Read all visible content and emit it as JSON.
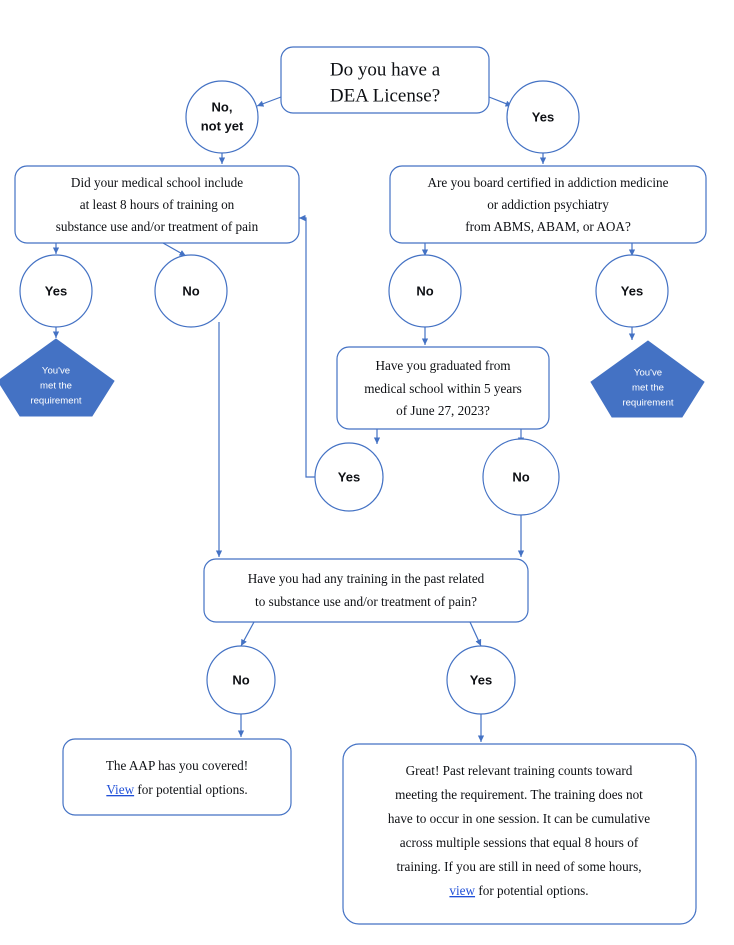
{
  "chart_data": {
    "type": "diagram",
    "title": "DEA License training requirement decision flowchart",
    "colors": {
      "stroke": "#4472C4",
      "pentagon_fill": "#4472C4",
      "pentagon_text": "#ffffff",
      "link": "#1f4fd8",
      "background": "#ffffff"
    },
    "nodes": [
      {
        "id": "start",
        "shape": "rounded-rect",
        "lines": [
          "Do you have a",
          "DEA License?"
        ]
      },
      {
        "id": "no_not_yet",
        "shape": "circle",
        "lines": [
          "No,",
          "not yet"
        ]
      },
      {
        "id": "yes_dea",
        "shape": "circle",
        "lines": [
          "Yes"
        ]
      },
      {
        "id": "med_school_q",
        "shape": "rounded-rect",
        "lines": [
          "Did your medical school include",
          "at least 8 hours of training on",
          "substance use and/or treatment of pain"
        ]
      },
      {
        "id": "board_cert_q",
        "shape": "rounded-rect",
        "lines": [
          "Are you board certified in addiction medicine",
          "or addiction psychiatry",
          "from ABMS, ABAM, or AOA?"
        ]
      },
      {
        "id": "ms_yes",
        "shape": "circle",
        "lines": [
          "Yes"
        ]
      },
      {
        "id": "ms_no",
        "shape": "circle",
        "lines": [
          "No"
        ]
      },
      {
        "id": "bc_no",
        "shape": "circle",
        "lines": [
          "No"
        ]
      },
      {
        "id": "bc_yes",
        "shape": "circle",
        "lines": [
          "Yes"
        ]
      },
      {
        "id": "met_req_left",
        "shape": "pentagon",
        "lines": [
          "You've",
          "met the",
          "requirement"
        ]
      },
      {
        "id": "met_req_right",
        "shape": "pentagon",
        "lines": [
          "You've",
          "met the",
          "requirement"
        ]
      },
      {
        "id": "grad_q",
        "shape": "rounded-rect",
        "lines": [
          "Have you graduated from",
          "medical school within 5 years",
          "of June 27, 2023?"
        ]
      },
      {
        "id": "grad_yes",
        "shape": "circle",
        "lines": [
          "Yes"
        ]
      },
      {
        "id": "grad_no",
        "shape": "circle",
        "lines": [
          "No"
        ]
      },
      {
        "id": "past_training_q",
        "shape": "rounded-rect",
        "lines": [
          "Have you had any training in the past related",
          "to substance use and/or treatment of pain?"
        ]
      },
      {
        "id": "pt_no",
        "shape": "circle",
        "lines": [
          "No"
        ]
      },
      {
        "id": "pt_yes",
        "shape": "circle",
        "lines": [
          "Yes"
        ]
      },
      {
        "id": "aap_box",
        "shape": "rounded-rect",
        "lines": [
          "The AAP has you covered!",
          "View for potential options."
        ],
        "link_word": "View"
      },
      {
        "id": "great_box",
        "shape": "rounded-rect",
        "lines": [
          "Great! Past relevant training counts toward",
          "meeting the requirement. The training does not",
          "have to occur in one session. It can be cumulative",
          "across multiple sessions that equal 8 hours of",
          "training. If you are still in need of some hours,",
          "view for potential options."
        ],
        "link_word": "view"
      }
    ],
    "edges": [
      {
        "from": "start",
        "to": "no_not_yet"
      },
      {
        "from": "start",
        "to": "yes_dea"
      },
      {
        "from": "no_not_yet",
        "to": "med_school_q"
      },
      {
        "from": "yes_dea",
        "to": "board_cert_q"
      },
      {
        "from": "med_school_q",
        "to": "ms_yes"
      },
      {
        "from": "med_school_q",
        "to": "ms_no"
      },
      {
        "from": "ms_yes",
        "to": "met_req_left"
      },
      {
        "from": "ms_no",
        "to": "past_training_q"
      },
      {
        "from": "board_cert_q",
        "to": "bc_no"
      },
      {
        "from": "board_cert_q",
        "to": "bc_yes"
      },
      {
        "from": "bc_yes",
        "to": "met_req_right"
      },
      {
        "from": "bc_no",
        "to": "grad_q"
      },
      {
        "from": "grad_q",
        "to": "grad_yes"
      },
      {
        "from": "grad_q",
        "to": "grad_no"
      },
      {
        "from": "grad_yes",
        "to": "med_school_q"
      },
      {
        "from": "grad_no",
        "to": "past_training_q"
      },
      {
        "from": "past_training_q",
        "to": "pt_no"
      },
      {
        "from": "past_training_q",
        "to": "pt_yes"
      },
      {
        "from": "pt_no",
        "to": "aap_box"
      },
      {
        "from": "pt_yes",
        "to": "great_box"
      }
    ]
  },
  "start": {
    "line1": "Do you have a",
    "line2": "DEA License?"
  },
  "no_not_yet": {
    "line1": "No,",
    "line2": "not yet"
  },
  "yes_dea": {
    "label": "Yes"
  },
  "med_school_q": {
    "line1": "Did your medical school include",
    "line2": "at least 8 hours of training on",
    "line3": "substance use and/or treatment of pain"
  },
  "board_cert_q": {
    "line1": "Are you board certified in addiction medicine",
    "line2": "or addiction psychiatry",
    "line3": "from ABMS, ABAM, or AOA?"
  },
  "ms_yes": {
    "label": "Yes"
  },
  "ms_no": {
    "label": "No"
  },
  "bc_no": {
    "label": "No"
  },
  "bc_yes": {
    "label": "Yes"
  },
  "met_req_left": {
    "line1": "You've",
    "line2": "met the",
    "line3": "requirement"
  },
  "met_req_right": {
    "line1": "You've",
    "line2": "met the",
    "line3": "requirement"
  },
  "grad_q": {
    "line1": "Have you graduated from",
    "line2": "medical school within 5 years",
    "line3": "of June 27, 2023?"
  },
  "grad_yes": {
    "label": "Yes"
  },
  "grad_no": {
    "label": "No"
  },
  "past_training_q": {
    "line1": "Have you had any training in the past related",
    "line2": "to substance use and/or treatment of pain?"
  },
  "pt_no": {
    "label": "No"
  },
  "pt_yes": {
    "label": "Yes"
  },
  "aap_box": {
    "line1": "The AAP has you covered!",
    "link": "View",
    "line2_rest": " for potential options."
  },
  "great_box": {
    "line1": "Great! Past relevant training counts toward",
    "line2": "meeting the requirement. The training does not",
    "line3": "have to occur in one session. It can be cumulative",
    "line4": "across multiple sessions that equal 8 hours of",
    "line5": "training. If you are still in need of some hours,",
    "link": "view",
    "line6_rest": " for potential options."
  }
}
